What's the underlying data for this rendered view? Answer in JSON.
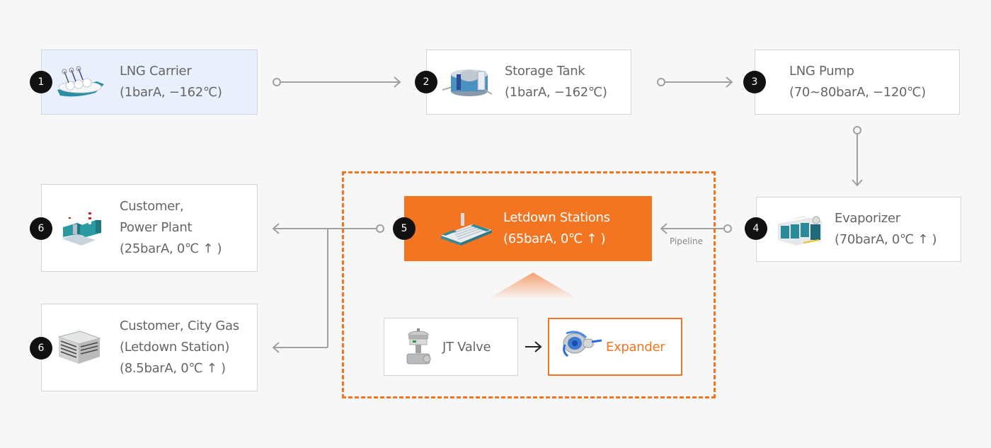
{
  "diagram": {
    "title": "LNG supply chain with Letdown Stations",
    "nodes": [
      {
        "id": "lng-carrier",
        "step": "1",
        "lines": [
          "LNG Carrier",
          "(1barA, −162℃)"
        ],
        "icon": "ship-icon"
      },
      {
        "id": "storage-tank",
        "step": "2",
        "lines": [
          "Storage Tank",
          "(1barA, −162℃)"
        ],
        "icon": "tank-icon"
      },
      {
        "id": "lng-pump",
        "step": "3",
        "lines": [
          "LNG Pump",
          "(70~80barA, −120℃)"
        ]
      },
      {
        "id": "evaporizer",
        "step": "4",
        "lines": [
          "Evaporizer",
          "(70barA, 0℃ ↑ )"
        ],
        "icon": "evaporizer-icon"
      },
      {
        "id": "letdown-stations",
        "step": "5",
        "lines": [
          "Letdown Stations",
          "(65barA, 0℃ ↑ )"
        ],
        "icon": "station-icon"
      },
      {
        "id": "power-plant",
        "step": "6",
        "lines": [
          "Customer,",
          "Power Plant",
          "(25barA, 0℃ ↑ )"
        ],
        "icon": "power-plant-icon"
      },
      {
        "id": "city-gas",
        "step": "6",
        "lines": [
          "Customer, City Gas",
          "(Letdown Station)",
          "(8.5barA, 0℃ ↑ )"
        ],
        "icon": "building-icon"
      },
      {
        "id": "jt-valve",
        "lines": [
          "JT Valve"
        ],
        "icon": "valve-icon"
      },
      {
        "id": "expander",
        "lines": [
          "Expander"
        ],
        "icon": "expander-icon"
      }
    ],
    "pipeline_label": "Pipeline",
    "colors": {
      "accent": "#f37421",
      "highlight": "#e9f0fc",
      "connector": "#a0a0a0",
      "badge": "#111111",
      "text": "#666666"
    }
  }
}
